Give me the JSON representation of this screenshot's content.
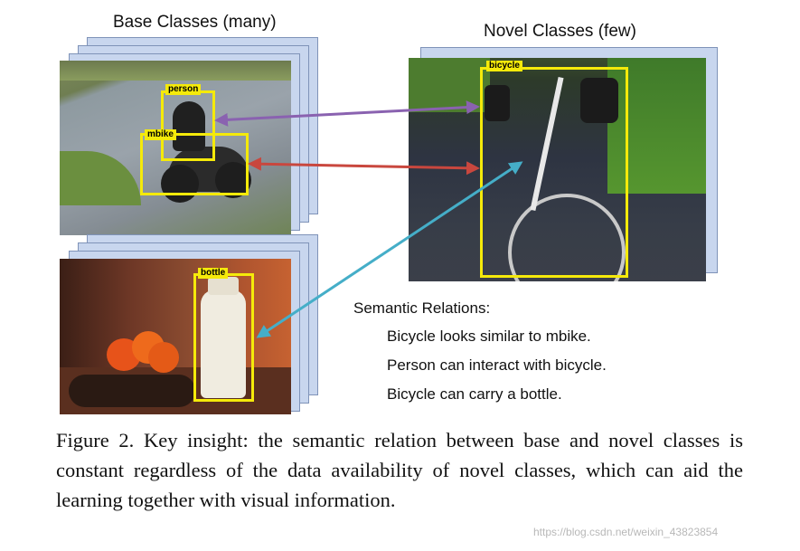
{
  "headings": {
    "base": "Base Classes (many)",
    "novel": "Novel Classes (few)"
  },
  "labels": {
    "person": "person",
    "mbike": "mbike",
    "bicycle": "bicycle",
    "bottle": "bottle"
  },
  "semantic": {
    "title": "Semantic Relations:",
    "items": [
      "Bicycle looks similar to mbike.",
      "Person can interact with bicycle.",
      "Bicycle can carry a bottle."
    ]
  },
  "caption": "Figure 2. Key insight:  the semantic relation between base and novel classes is constant regardless of the data availability of novel classes, which can aid the learning together with visual information.",
  "watermark": "https://blog.csdn.net/weixin_43823854",
  "colors": {
    "box": "#f5ea0a",
    "arrow_person": "#8a62b0",
    "arrow_mbike": "#c9473e",
    "arrow_bottle": "#45aec8",
    "stack_fill": "#c8d6ee"
  }
}
